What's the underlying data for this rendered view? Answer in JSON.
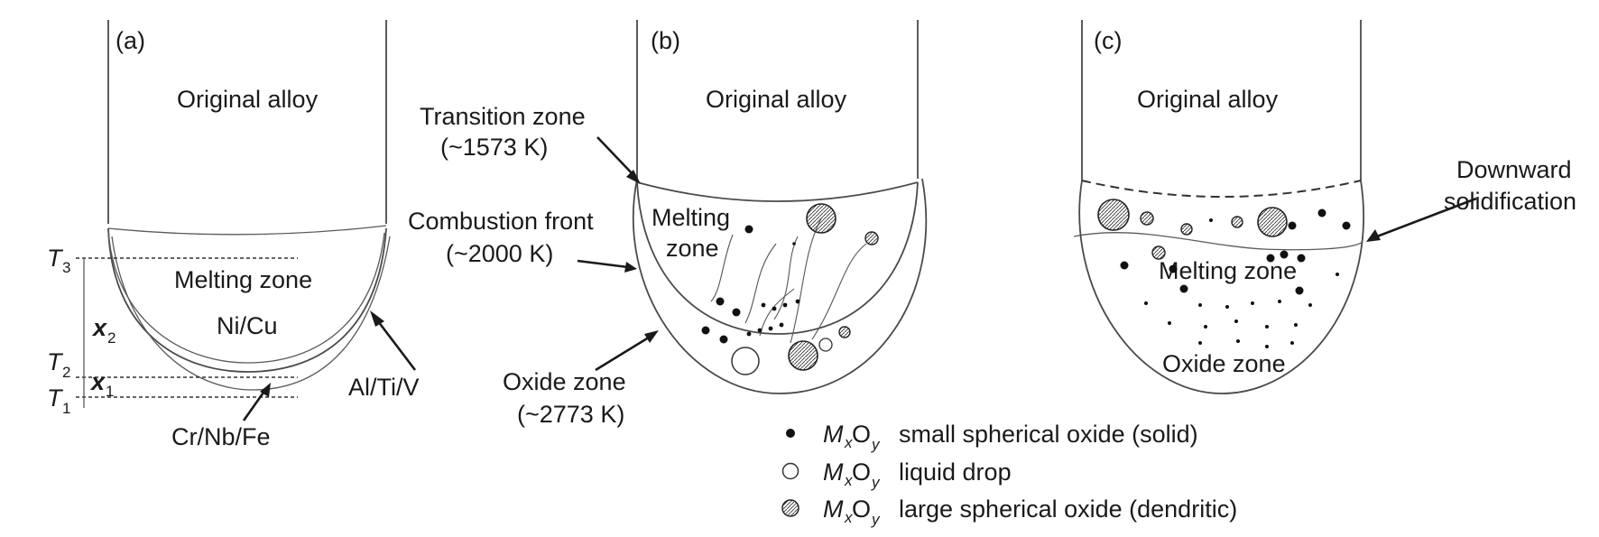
{
  "panel_a": {
    "tag": "(a)",
    "original": "Original alloy",
    "melting": "Melting zone",
    "nicu": "Ni/Cu",
    "altiv": "Al/Ti/V",
    "crnbfe": "Cr/Nb/Fe",
    "t3": "T",
    "t3_sub": "3",
    "t2": "T",
    "t2_sub": "2",
    "t1": "T",
    "t1_sub": "1",
    "x2": "x",
    "x2_sub": "2",
    "x1": "x",
    "x1_sub": "1"
  },
  "panel_b": {
    "tag": "(b)",
    "original": "Original alloy",
    "transition": "Transition zone",
    "transition_temp": "(~1573 K)",
    "combustion": "Combustion front",
    "combustion_temp": "(~2000 K)",
    "melting_1": "Melting",
    "melting_2": "zone",
    "oxide": "Oxide zone",
    "oxide_temp": "(~2773 K)"
  },
  "panel_c": {
    "tag": "(c)",
    "original": "Original alloy",
    "downward_1": "Downward",
    "downward_2": "solidification",
    "melting": "Melting zone",
    "oxide": "Oxide zone"
  },
  "legend": {
    "items": [
      {
        "formula_m": "M",
        "formula_x": "x",
        "formula_o": "O",
        "formula_y": "y",
        "text": "small spherical oxide (solid)",
        "icon": "solid-dot-icon"
      },
      {
        "formula_m": "M",
        "formula_x": "x",
        "formula_o": "O",
        "formula_y": "y",
        "text": "liquid drop",
        "icon": "hollow-circle-icon"
      },
      {
        "formula_m": "M",
        "formula_x": "x",
        "formula_o": "O",
        "formula_y": "y",
        "text": "large spherical oxide (dendritic)",
        "icon": "dendritic-circle-icon"
      }
    ]
  }
}
